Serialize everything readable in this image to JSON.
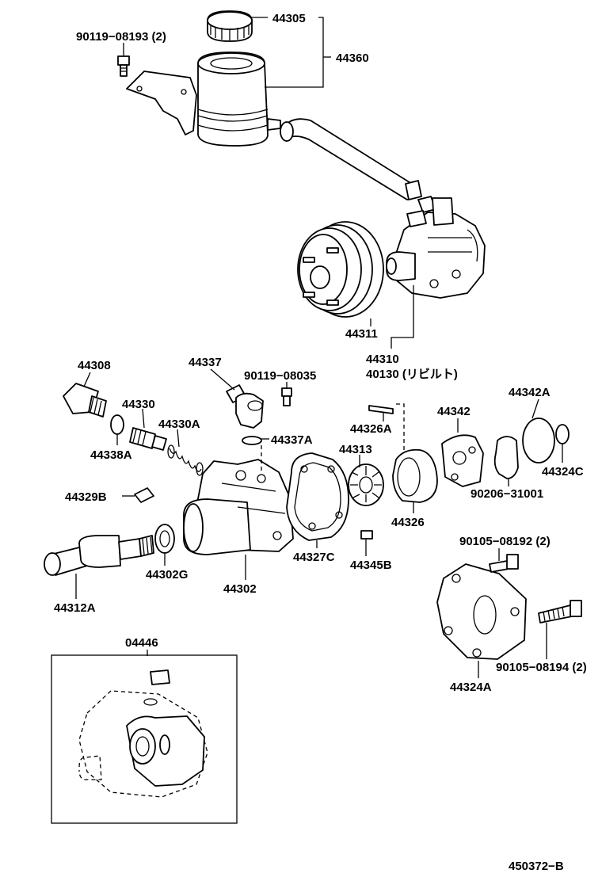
{
  "labels": {
    "p44305": "44305",
    "p44360": "44360",
    "p90119_08193": "90119−08193 (2)",
    "p44311": "44311",
    "p44310": "44310",
    "p40130": "40130 (リビルト)",
    "p44308": "44308",
    "p44337": "44337",
    "p90119_08035": "90119−08035",
    "p44330": "44330",
    "p44330A": "44330A",
    "p44338A": "44338A",
    "p44337A": "44337A",
    "p44329B": "44329B",
    "p44326A": "44326A",
    "p44313": "44313",
    "p44342": "44342",
    "p44342A": "44342A",
    "p44324C": "44324C",
    "p90206_31001": "90206−31001",
    "p44326": "44326",
    "p44327C": "44327C",
    "p44345B": "44345B",
    "p44302G": "44302G",
    "p44302": "44302",
    "p44312A": "44312A",
    "p90105_08192": "90105−08192 (2)",
    "p90105_08194": "90105−08194 (2)",
    "p44324A": "44324A",
    "p04446": "04446",
    "diagram_id": "450372−B"
  }
}
